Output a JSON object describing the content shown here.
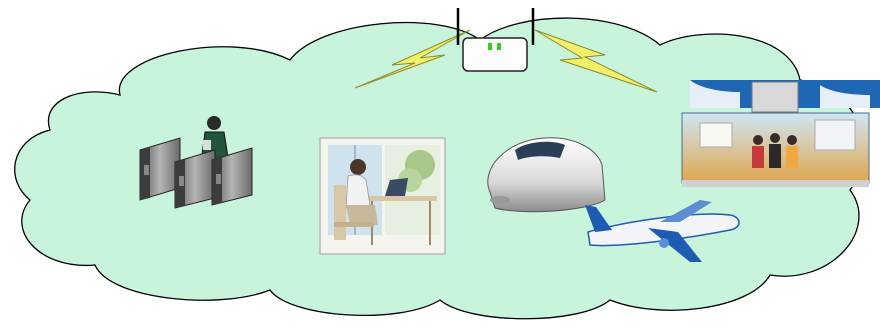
{
  "diagram": {
    "type": "network-illustration",
    "central_device": "wireless-access-point",
    "signal": "lightning-bolt-wireless",
    "background": "cloud",
    "scenes": [
      {
        "id": "ticket-gate",
        "icon": "ticket-gate-icon"
      },
      {
        "id": "home-office",
        "icon": "woman-laptop-icon"
      },
      {
        "id": "train",
        "icon": "bullet-train-icon"
      },
      {
        "id": "airplane",
        "icon": "airplane-icon"
      },
      {
        "id": "storefront",
        "icon": "shop-icon"
      }
    ]
  },
  "colors": {
    "cloud_fill": "#c8f4dc",
    "cloud_stroke": "#000000",
    "bolt_fill": "#f2ef6a",
    "bolt_stroke": "#9a9a3a",
    "ap_body": "#ffffff",
    "ap_led": "#34d021",
    "shop_awning": "#1f67b4",
    "plane_body": "#1e5bb3"
  }
}
